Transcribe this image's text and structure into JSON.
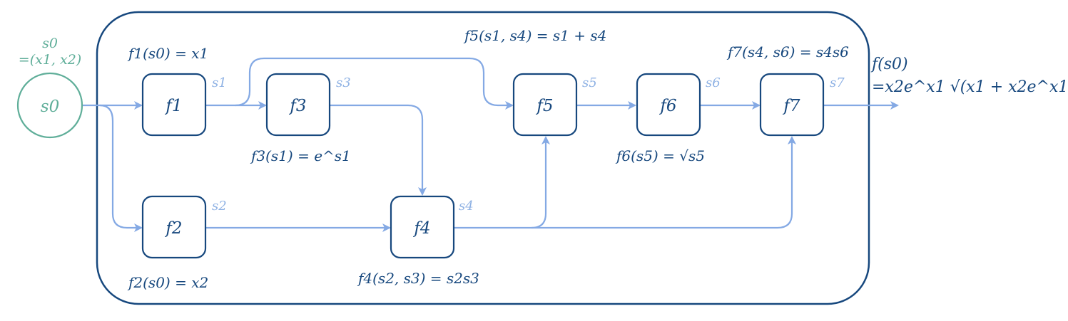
{
  "input": {
    "top_label": "s0",
    "tuple_label": "=(x1, x2)",
    "node_label": "s0"
  },
  "nodes": {
    "f1": "f1",
    "f2": "f2",
    "f3": "f3",
    "f4": "f4",
    "f5": "f5",
    "f6": "f6",
    "f7": "f7"
  },
  "signals": {
    "s1": "s1",
    "s2": "s2",
    "s3": "s3",
    "s4": "s4",
    "s5": "s5",
    "s6": "s6",
    "s7": "s7"
  },
  "equations": {
    "f1": "f1(s0) = x1",
    "f2": "f2(s0) = x2",
    "f3": "f3(s1) = e^s1",
    "f4": "f4(s2, s3) = s2s3",
    "f5": "f5(s1, s4) = s1 + s4",
    "f6": "f6(s5) = √s5",
    "f7": "f7(s4, s6) = s4s6"
  },
  "output": {
    "label": "f(s0)",
    "expression": "=x2e^x1 √(x1 + x2e^x1)"
  },
  "colors": {
    "frame": "#17487e",
    "node_stroke": "#17487e",
    "edge": "#84a9e4",
    "signal": "#8fb2e4",
    "input": "#5fae99"
  }
}
